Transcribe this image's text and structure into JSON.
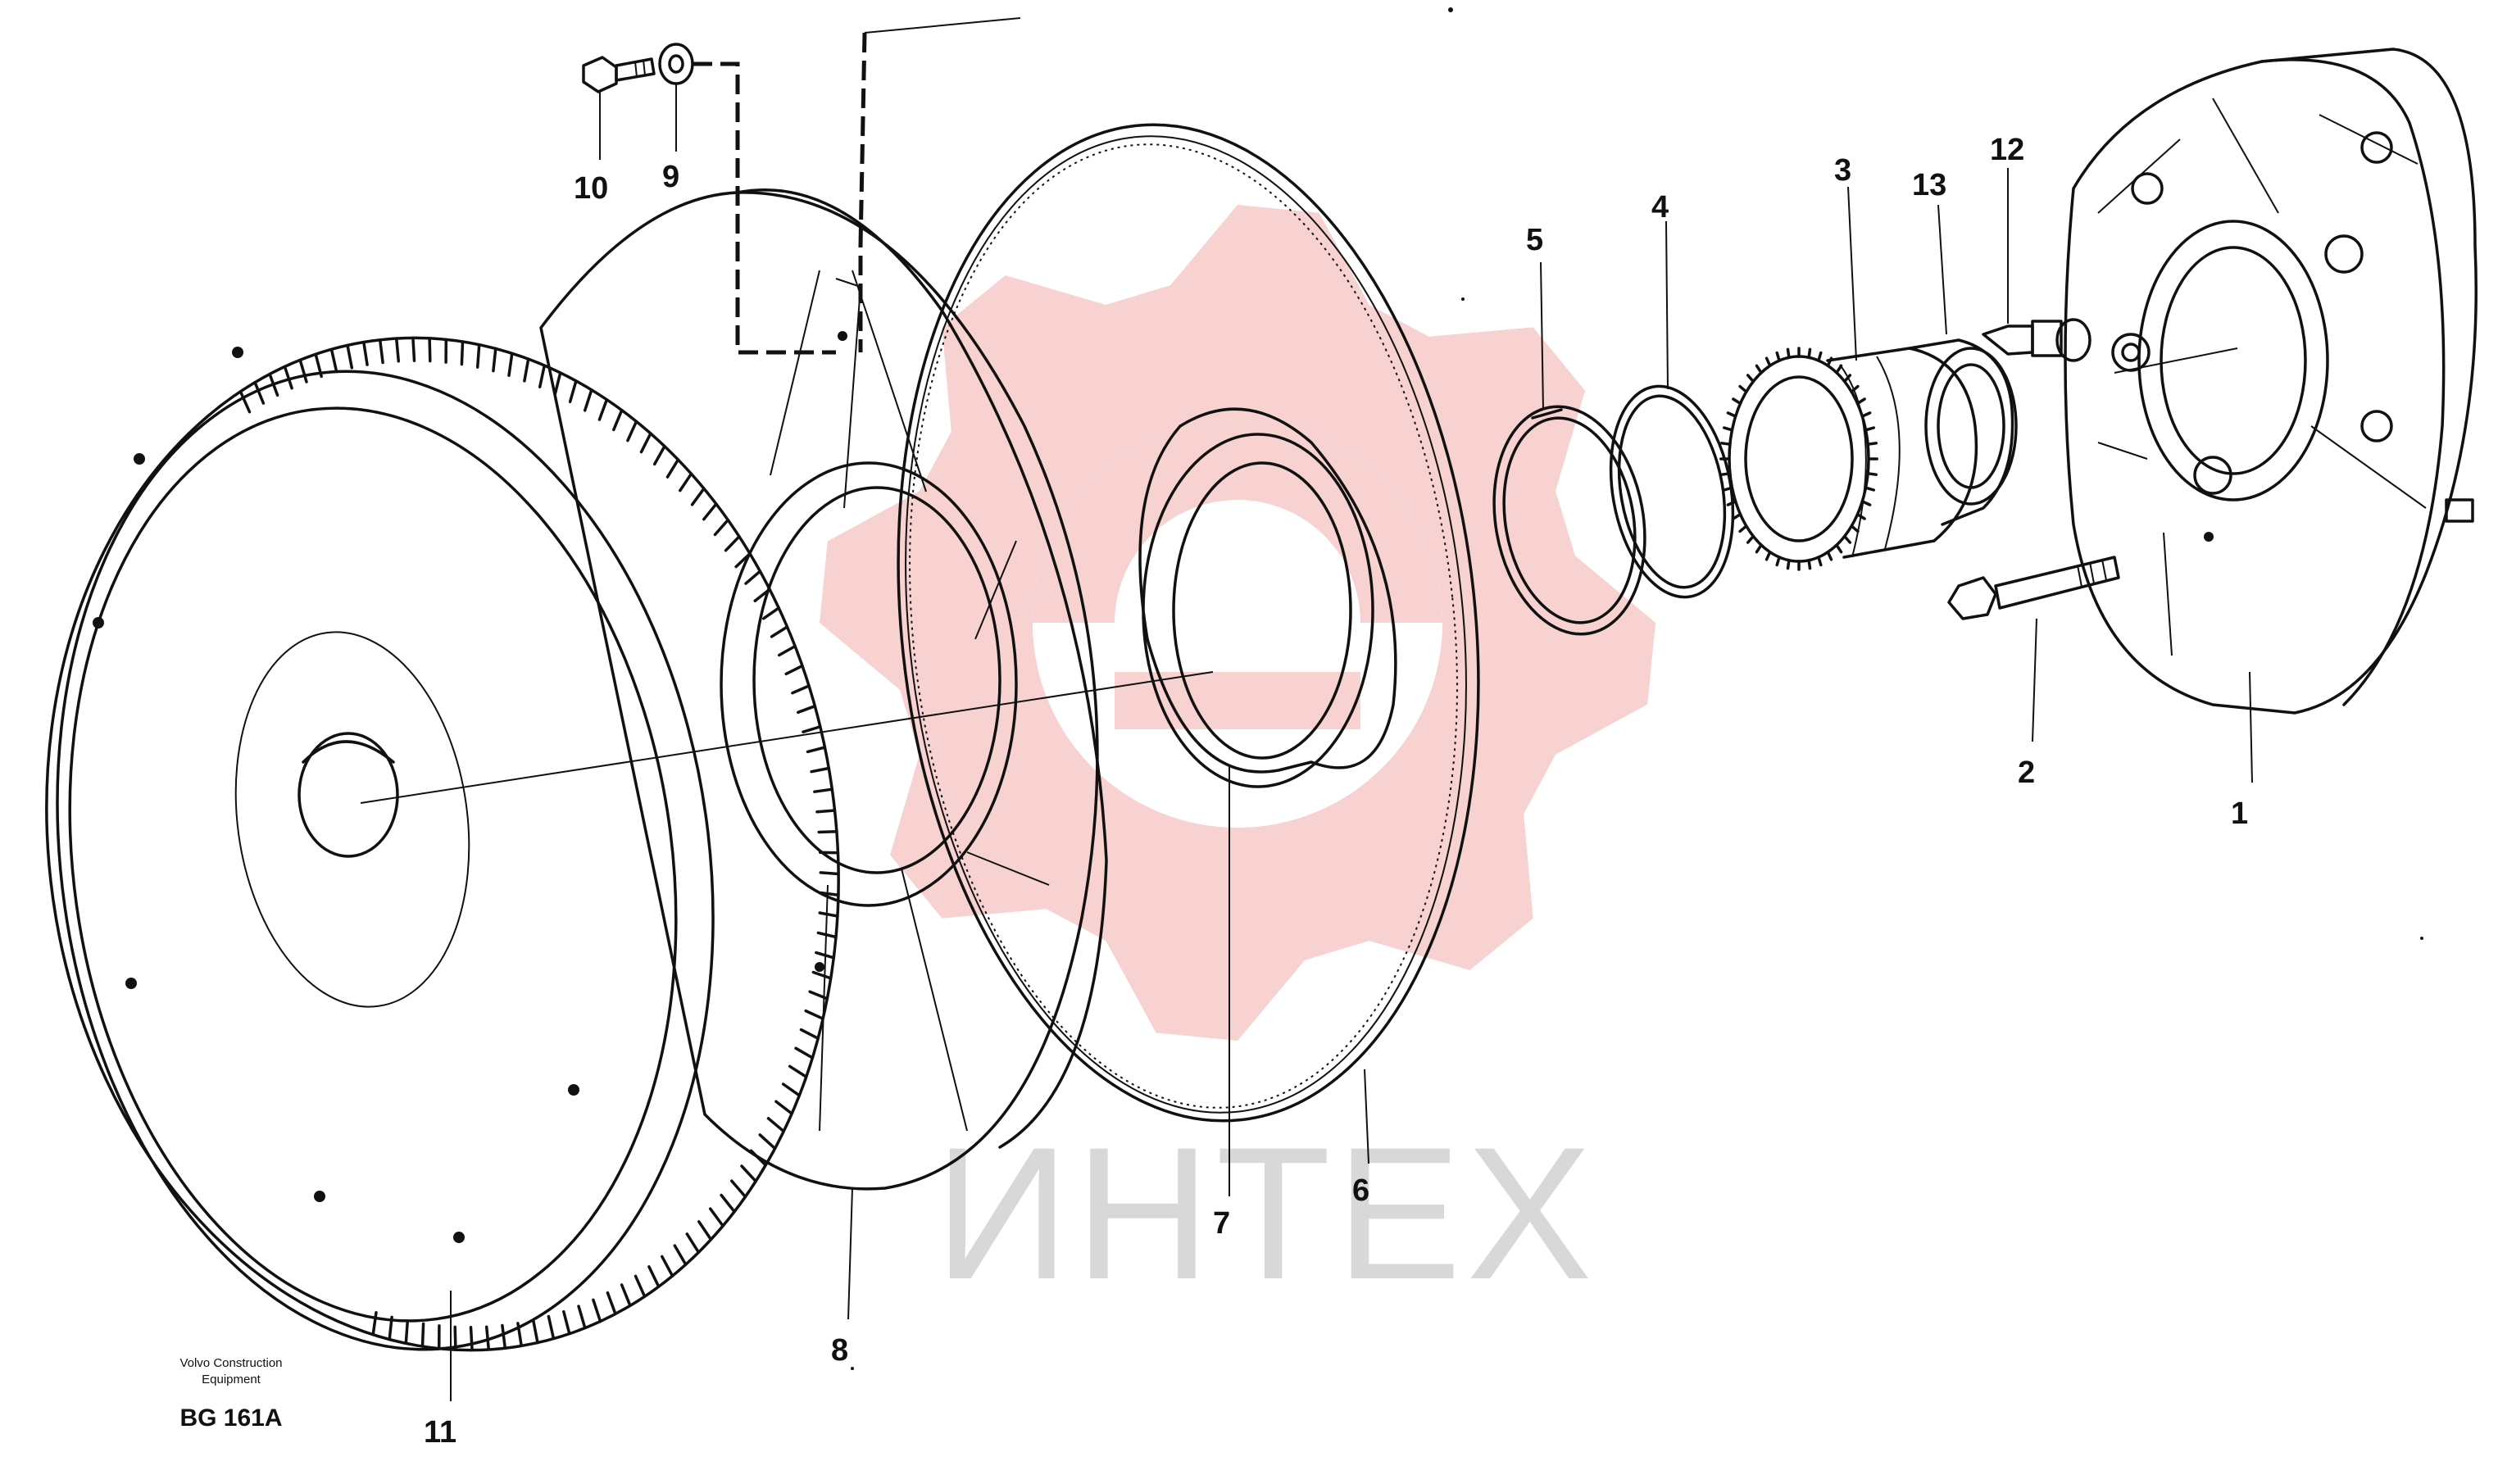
{
  "watermark": {
    "text": "ИНТЕХ",
    "gear_color": "#f7c9c9",
    "text_color": "#d8d8d8"
  },
  "credit": {
    "line1": "Volvo Construction",
    "line2": "Equipment"
  },
  "figure_code": "BG 161A",
  "parts": [
    {
      "number": "1"
    },
    {
      "number": "2"
    },
    {
      "number": "3"
    },
    {
      "number": "4"
    },
    {
      "number": "5"
    },
    {
      "number": "6"
    },
    {
      "number": "7"
    },
    {
      "number": "8"
    },
    {
      "number": "9"
    },
    {
      "number": "10"
    },
    {
      "number": "11"
    },
    {
      "number": "12"
    },
    {
      "number": "13"
    }
  ]
}
